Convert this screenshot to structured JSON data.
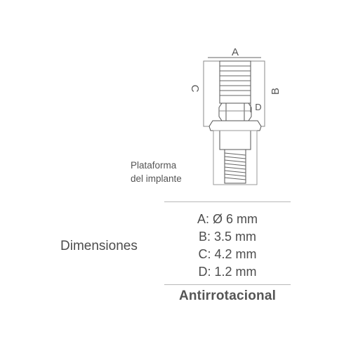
{
  "diagram": {
    "dimension_letters": {
      "a": "A",
      "b": "B",
      "c": "C",
      "d": "D"
    },
    "platform_label": {
      "line1": "Plataforma",
      "line2": "del implante"
    }
  },
  "specs": {
    "title": "Dimensiones",
    "rows": [
      "A: Ø 6 mm",
      "B: 3.5 mm",
      "C: 4.2 mm",
      "D: 1.2 mm"
    ]
  },
  "feature_label": "Antirrotacional",
  "colors": {
    "outline": "#555555",
    "rule": "#b8b8b8",
    "text": "#4d4d4d"
  }
}
